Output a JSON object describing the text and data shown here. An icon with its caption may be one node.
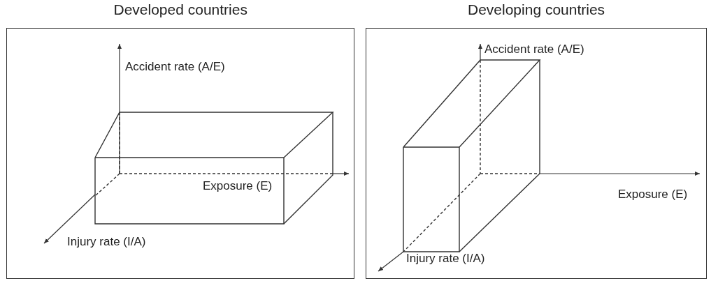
{
  "diagram": {
    "nodes": [
      {
        "text": [
          "Developed countries"
        ]
      },
      {
        "text": [
          "Developing countries"
        ]
      }
    ],
    "labels": [
      "Accident rate (A/E)",
      "Exposure (E)",
      "Injury rate (I/A)",
      "Accident rate (A/E)",
      "Exposure (E)",
      "Injury rate (I/A)"
    ]
  }
}
